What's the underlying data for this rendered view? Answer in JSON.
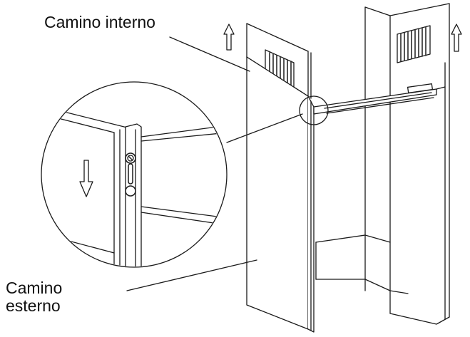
{
  "labels": {
    "internal_chimney": "Camino interno",
    "external_chimney_line1": "Camino",
    "external_chimney_line2": "esterno"
  },
  "icons": {
    "up_arrow": "arrow-up-outline-icon",
    "down_arrow": "arrow-down-outline-icon",
    "vent_grille": "vent-grille-icon",
    "screw": "screw-icon",
    "keyhole_slot": "keyhole-slot-icon"
  },
  "colors": {
    "line": "#1a1a1a",
    "panel_fill": "#ffffff",
    "grille_dark": "#2a2a2a",
    "background": "#ffffff"
  }
}
